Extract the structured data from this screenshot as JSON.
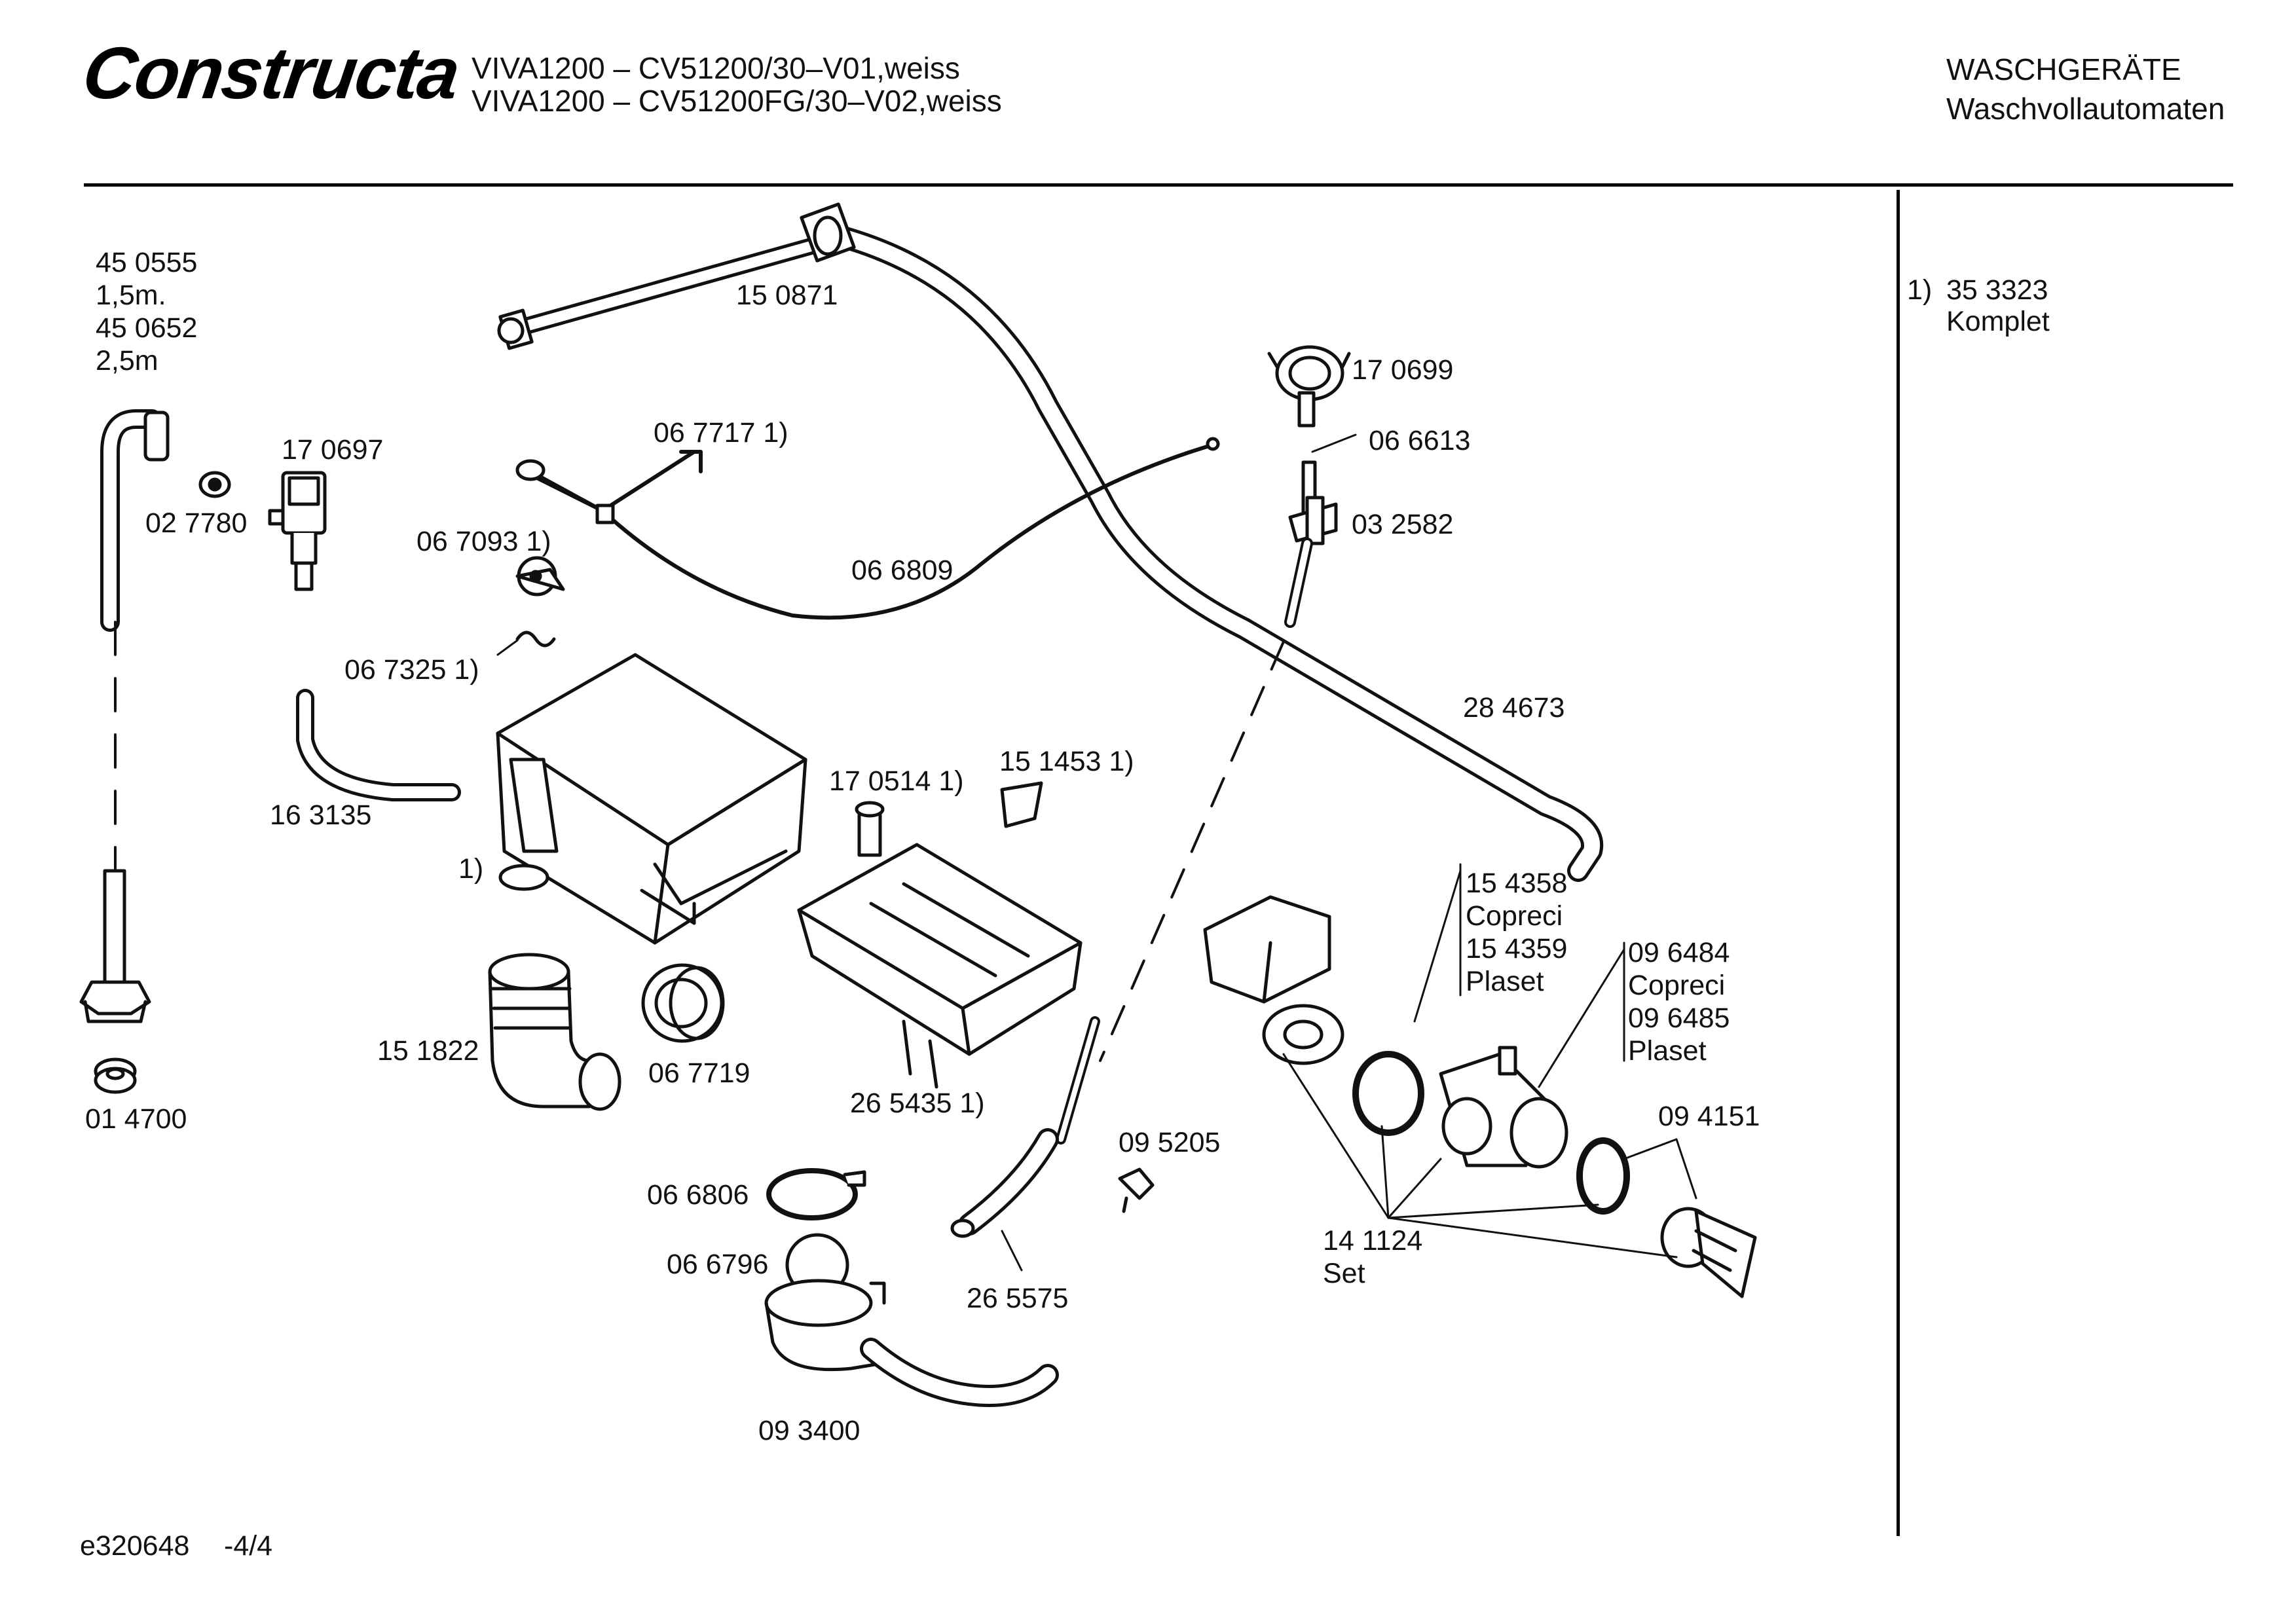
{
  "header": {
    "brand": "Constructa",
    "model_line_1": "VIVA1200 – CV51200/30–V01,weiss",
    "model_line_2": "VIVA1200 – CV51200FG/30–V02,weiss",
    "category": "WASCHGERÄTE",
    "subcategory": "Waschvollautomaten"
  },
  "footnote": {
    "marker": "1)",
    "part_number": "35 3323",
    "text": "Komplet"
  },
  "footer": {
    "doc_id": "e320648",
    "page": "-4/4"
  },
  "labels": {
    "p450555": "45 0555",
    "len15": "1,5m.",
    "p450652": "45 0652",
    "len25": "2,5m",
    "p150871": "15 0871",
    "p170697": "17 0697",
    "p027780": "02 7780",
    "p067717": "06 7717 1)",
    "p067093": "06 7093 1)",
    "p066809": "06 6809",
    "p067325": "06 7325 1)",
    "p170699": "17 0699",
    "p066613": "06 6613",
    "p032582": "03 2582",
    "p284673": "28 4673",
    "p163135": "16 3135",
    "mark1": "1)",
    "p170514": "17 0514 1)",
    "p151453": "15 1453 1)",
    "p154358": "15 4358",
    "copreci1": "Copreci",
    "p154359": "15 4359",
    "plaset1": "Plaset",
    "p096484": "09 6484",
    "copreci2": "Copreci",
    "p096485": "09 6485",
    "plaset2": "Plaset",
    "p151822": "15 1822",
    "p067719": "06 7719",
    "p265435": "26 5435 1)",
    "p014700": "01 4700",
    "p095205": "09 5205",
    "p094151": "09 4151",
    "p066806": "06 6806",
    "p066796": "06 6796",
    "p265575": "26 5575",
    "p141124": "14 1124",
    "set": "Set",
    "p093400": "09 3400"
  }
}
